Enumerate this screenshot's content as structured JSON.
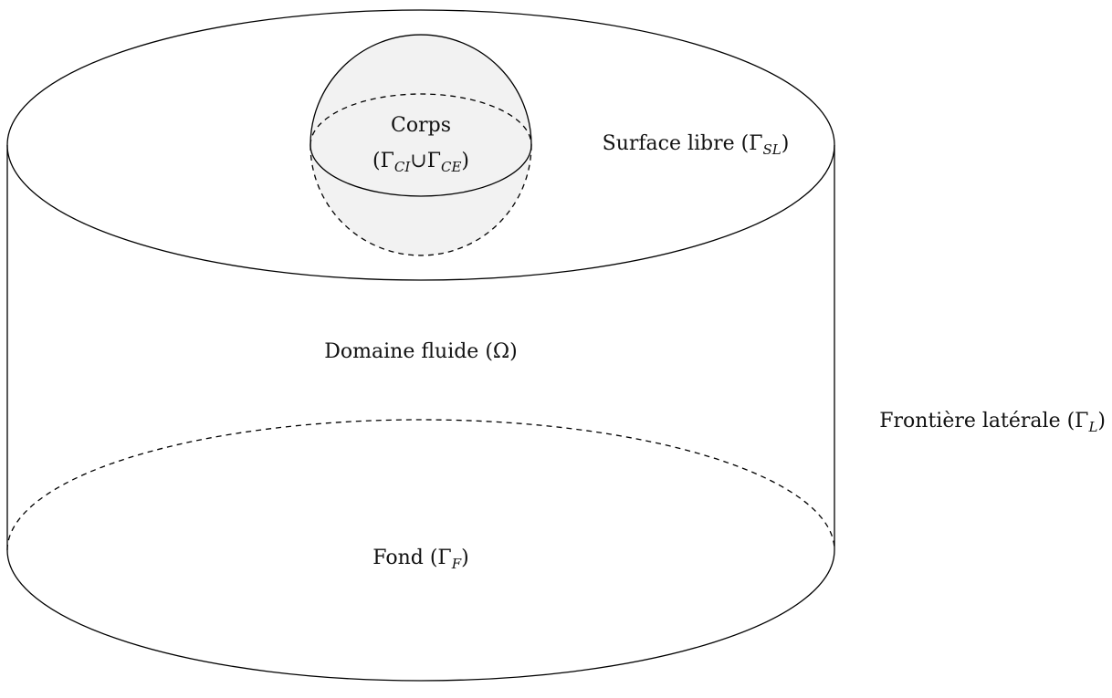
{
  "labels": {
    "body": "Corps",
    "body_boundary": {
      "open": "(Γ",
      "sub1": "CI",
      "union": "∪Γ",
      "sub2": "CE",
      "close": ")"
    },
    "free_surface": {
      "text": "Surface libre (Γ",
      "sub": "SL",
      "close": ")"
    },
    "fluid_domain": "Domaine fluide (Ω)",
    "lateral_boundary": {
      "text": "Frontière latérale (Γ",
      "sub": "L",
      "close": ")"
    },
    "bottom": {
      "text": "Fond (Γ",
      "sub": "F",
      "close": ")"
    }
  },
  "colors": {
    "stroke": "#000000",
    "body_fill": "#f2f2f2",
    "background": "#ffffff"
  }
}
